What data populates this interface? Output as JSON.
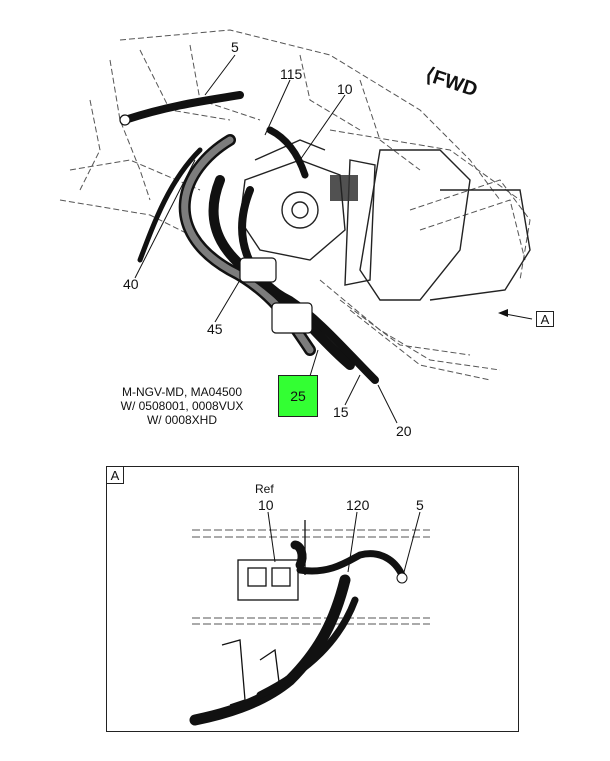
{
  "callouts": {
    "c5_top": "5",
    "c115": "115",
    "c10_top": "10",
    "c40": "40",
    "c45": "45",
    "c25": "25",
    "c15": "15",
    "c20": "20",
    "view_a": "A"
  },
  "fwd_label": "FWD",
  "notes": {
    "line1": "M-NGV-MD, MA04500",
    "line2": "W/ 0508001, 0008VUX",
    "line3": "W/ 0008XHD"
  },
  "detail": {
    "tag": "A",
    "ref_label": "Ref",
    "c10": "10",
    "c120": "120",
    "c5": "5"
  },
  "colors": {
    "highlight": "#33ff33",
    "line": "#222222"
  }
}
